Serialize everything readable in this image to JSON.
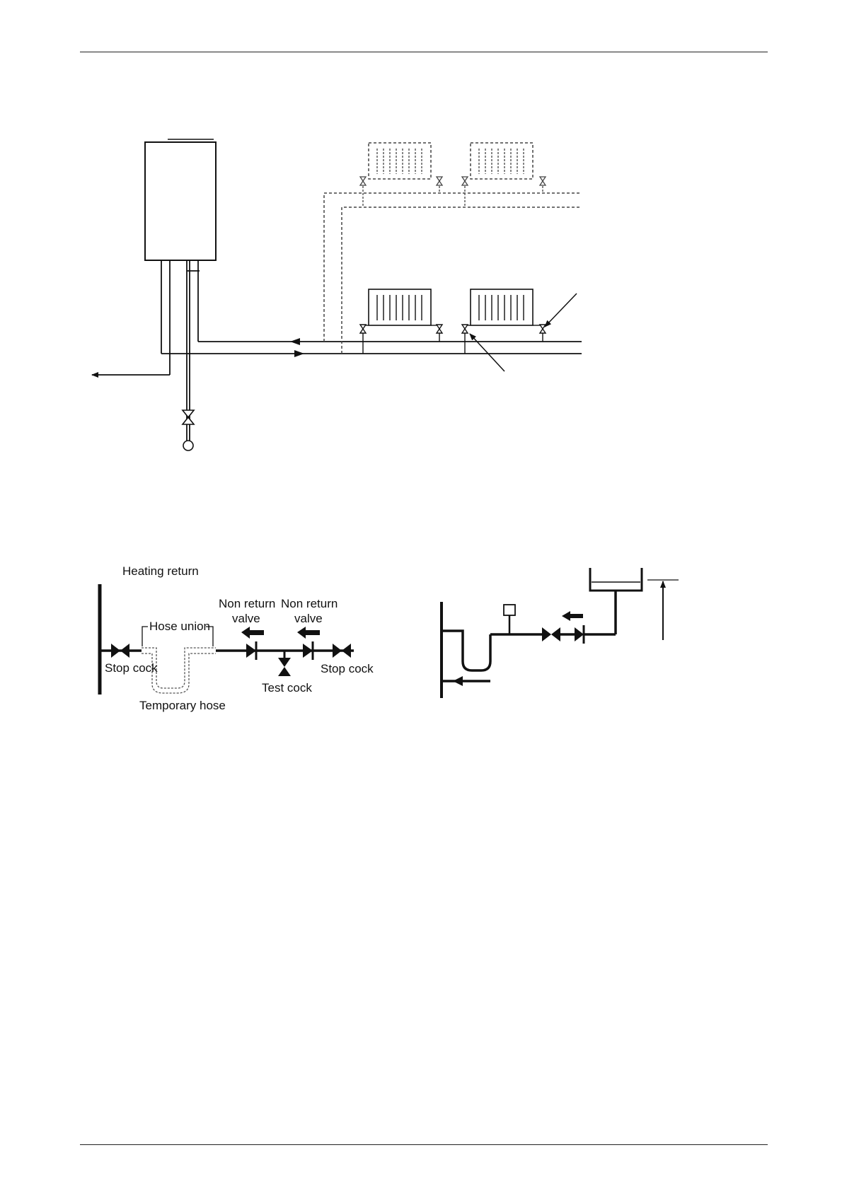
{
  "colors": {
    "line": "#111111",
    "dashed": "#444444",
    "background": "#ffffff"
  },
  "valve_arrangement": {
    "heading": "Heating return",
    "hose_union": "Hose union",
    "non_return_valve_line1": "Non return",
    "non_return_valve_line2": "valve",
    "stop_cock": "Stop cock",
    "test_cock": "Test cock",
    "temporary_hose": "Temporary hose"
  }
}
